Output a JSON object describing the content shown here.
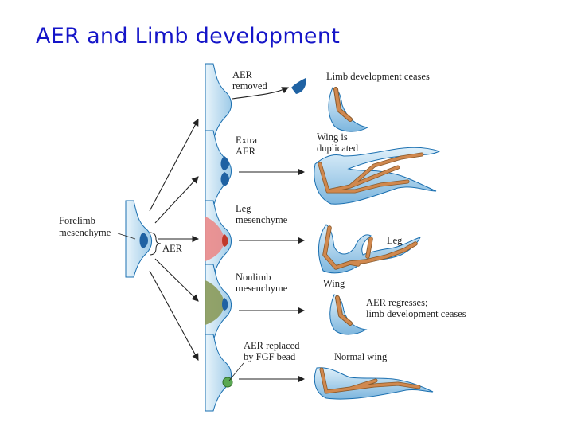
{
  "title": "AER and Limb development",
  "labels": {
    "forelimb": [
      "Forelimb",
      "mesenchyme"
    ],
    "aer": "AER",
    "removed": [
      "AER",
      "removed"
    ],
    "ceases": "Limb development ceases",
    "extra": [
      "Extra",
      "AER"
    ],
    "duplicated": [
      "Wing is",
      "duplicated"
    ],
    "leg_mes": [
      "Leg",
      "mesenchyme"
    ],
    "leg": "Leg",
    "wing": "Wing",
    "nonlimb": [
      "Nonlimb",
      "mesenchyme"
    ],
    "regresses": [
      "AER regresses;",
      "limb development ceases"
    ],
    "fgf": [
      "AER replaced",
      "by FGF bead"
    ],
    "normal": "Normal wing"
  },
  "colors": {
    "title": "#1515c8",
    "bud_fill": "#bfe0f3",
    "bud_edge": "#1a6fb0",
    "aer": "#1f62a3",
    "bone": "#d0884e",
    "bone_edge": "#8b5a2b",
    "leg_tissue": "#ea8a8a",
    "nonlimb_tissue": "#8a9a5a",
    "fgf_bead": "#5aa852"
  }
}
